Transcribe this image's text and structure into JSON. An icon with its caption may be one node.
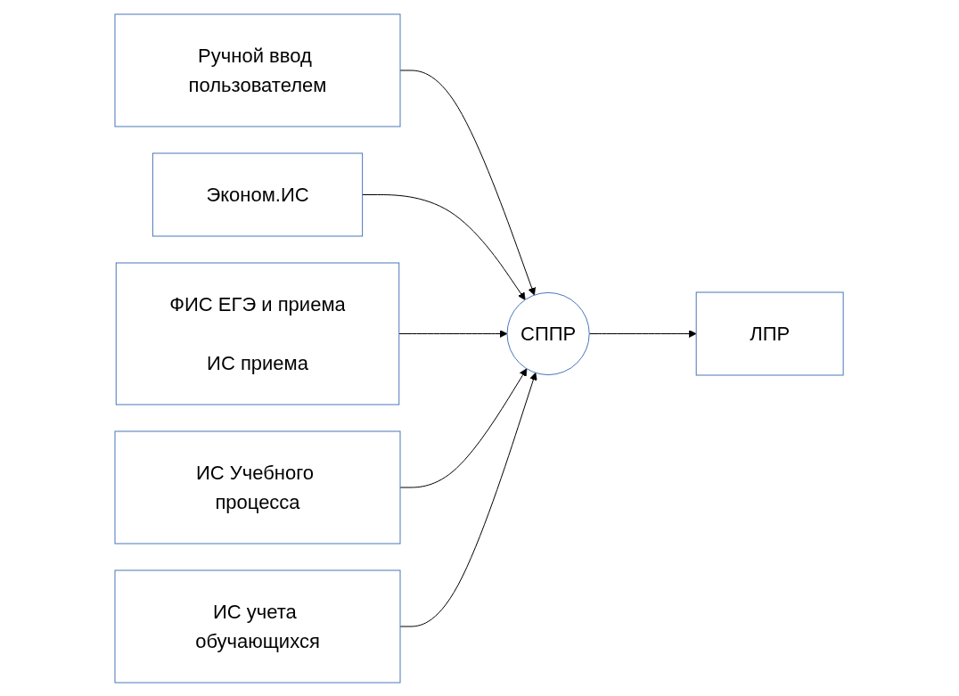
{
  "diagram": {
    "nodes": [
      {
        "text": [
          "Ручной ввод пользователем"
        ]
      },
      {
        "text": [
          "Эконом.ИС"
        ]
      },
      {
        "text": [
          "ФИС ЕГЭ и приема",
          "ИС приема"
        ]
      },
      {
        "text": [
          "ИС Учебного процесса"
        ]
      },
      {
        "text": [
          "ИС учета обучающихся"
        ]
      },
      {
        "text": [
          "СППР"
        ]
      },
      {
        "text": [
          "ЛПР"
        ]
      }
    ],
    "edges": [
      {
        "from": 0,
        "to": 5,
        "arrow": "to"
      },
      {
        "from": 1,
        "to": 5,
        "arrow": "to"
      },
      {
        "from": 2,
        "to": 5,
        "arrow": "to"
      },
      {
        "from": 3,
        "to": 5,
        "arrow": "to"
      },
      {
        "from": 4,
        "to": 5,
        "arrow": "to"
      },
      {
        "from": 5,
        "to": 6,
        "arrow": "to"
      }
    ]
  }
}
